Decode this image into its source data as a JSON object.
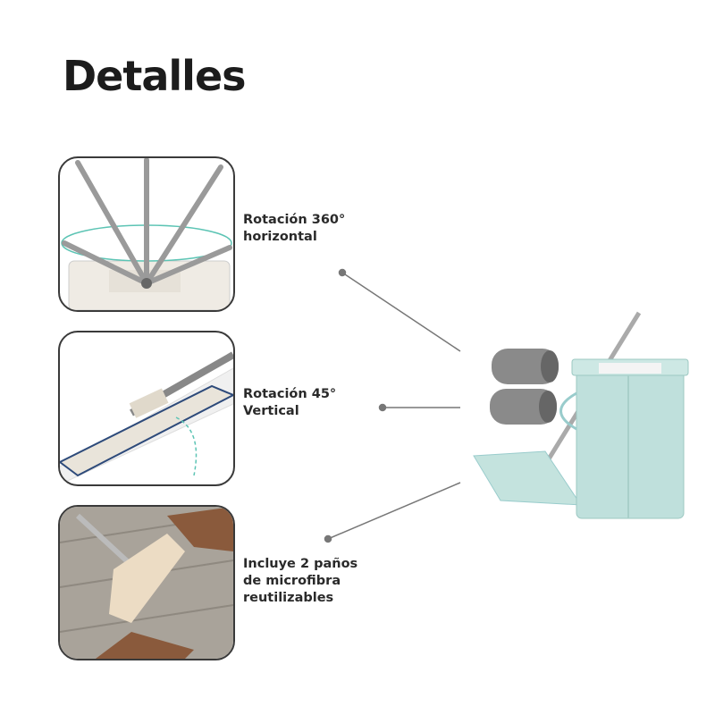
{
  "title": "Detalles",
  "features": [
    {
      "lines": [
        "Rotación 360°",
        "horizontal"
      ],
      "image_icon": "mop-360-rotation-image"
    },
    {
      "lines": [
        "Rotación 45°",
        "Vertical"
      ],
      "image_icon": "mop-45-vertical-image"
    },
    {
      "lines": [
        "Incluye 2 paños",
        "de microfibra",
        "reutilizables"
      ],
      "image_icon": "mop-on-floor-image"
    }
  ],
  "colors": {
    "bucket": "#bfe0dc",
    "line": "#777777",
    "text": "#2a2a2a"
  }
}
